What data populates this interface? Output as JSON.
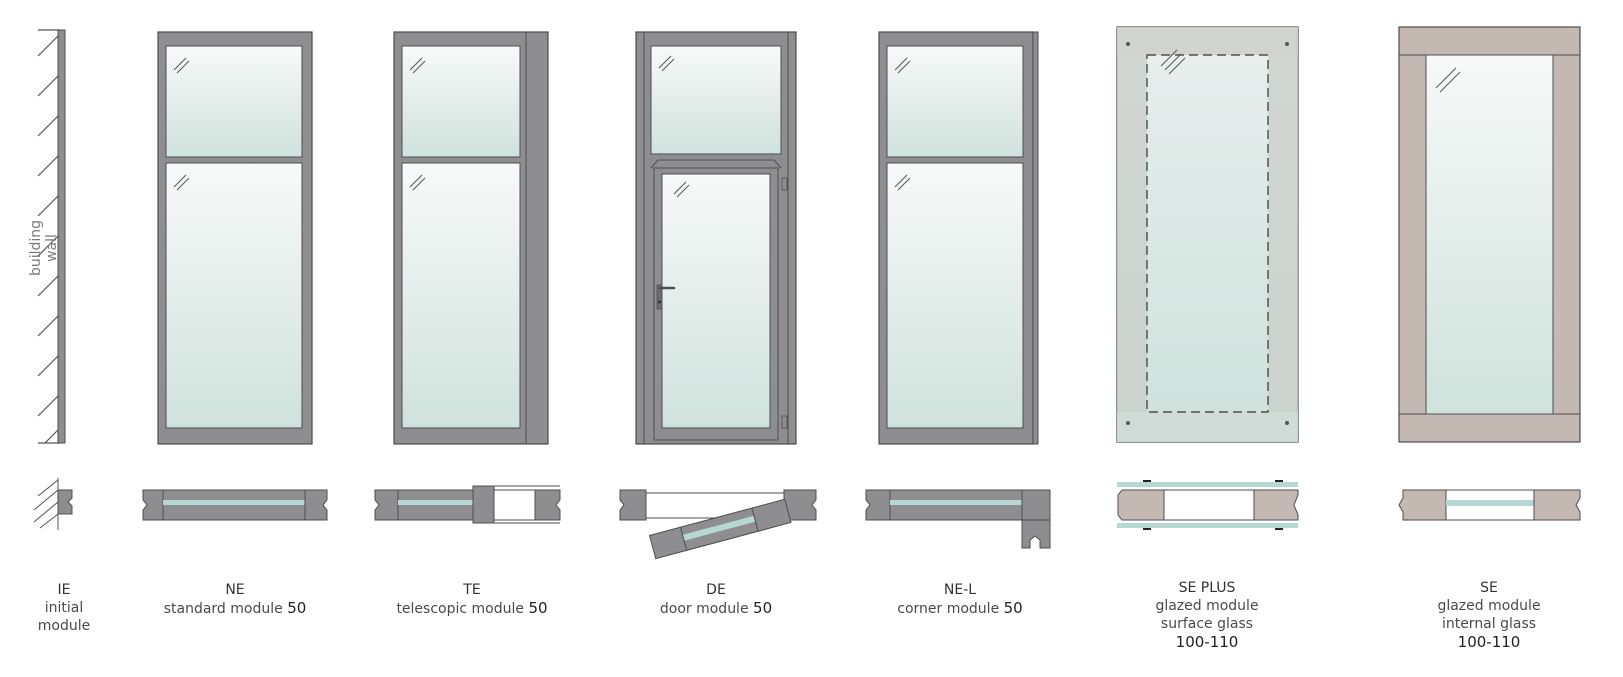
{
  "wall_label": "building wall",
  "colors": {
    "frame": "#8e8e90",
    "frame_stroke": "#4d4d4f",
    "glass_top": "#f7f8f8",
    "glass_bottom": "#cfe3dc",
    "stone": "#c4b8b2",
    "stone_light": "#cdc8c2",
    "glass_section": "#b7d8d2"
  },
  "modules": [
    {
      "code": "IE",
      "lines": [
        "initial",
        "module"
      ]
    },
    {
      "code": "NE",
      "lines": [
        "standard module"
      ],
      "suffix": "50"
    },
    {
      "code": "TE",
      "lines": [
        "telescopic module"
      ],
      "suffix": "50"
    },
    {
      "code": "DE",
      "lines": [
        "door module"
      ],
      "suffix": "50"
    },
    {
      "code": "NE-L",
      "lines": [
        "corner module"
      ],
      "suffix": "50"
    },
    {
      "code": "SE PLUS",
      "lines": [
        "glazed module",
        "surface glass"
      ],
      "number": "100-110"
    },
    {
      "code": "SE",
      "lines": [
        "glazed module",
        "internal glass"
      ],
      "number": "100-110"
    }
  ]
}
